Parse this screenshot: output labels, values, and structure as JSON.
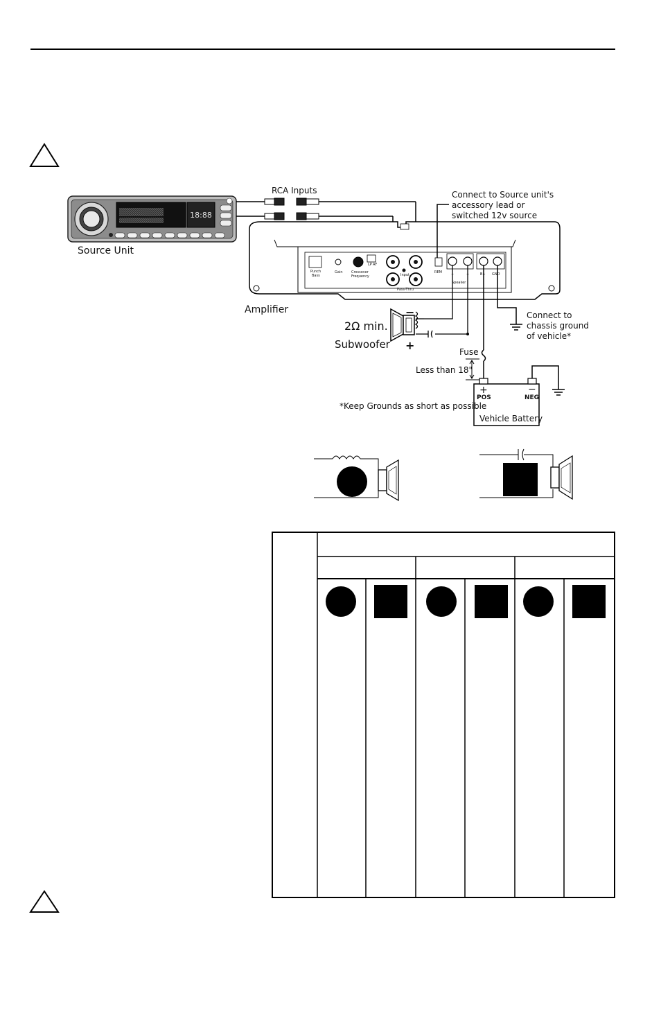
{
  "labels": {
    "rca_inputs": "RCA Inputs",
    "source_unit": "Source Unit",
    "amplifier": "Amplifier",
    "remote_note_1": "Connect to Source unit's",
    "remote_note_2": "accessory lead or",
    "remote_note_3": "switched 12v source",
    "ground_note_1": "Connect to",
    "ground_note_2": "chassis ground",
    "ground_note_3": "of vehicle*",
    "impedance": "2Ω min.",
    "subwoofer": "Subwoofer",
    "sub_minus": "−",
    "sub_plus": "+",
    "fuse": "Fuse",
    "fuse_distance": "Less than 18\"",
    "battery_pos_sign": "+",
    "battery_pos": "POS",
    "battery_neg_sign": "−",
    "battery_neg": "NEG",
    "battery": "Vehicle Battery",
    "grounds_note": "*Keep Grounds as short as possible"
  },
  "amp_panel": {
    "punch_bass_1": "Punch",
    "punch_bass_2": "Bass",
    "gain": "Gain",
    "crossover_1": "Crossover",
    "crossover_2": "Frequency",
    "lp": "LP",
    "af": "AF",
    "input": "Input",
    "pass_thru": "Pass-Thru",
    "rem": "REM",
    "speaker": "Speaker",
    "b_plus": "B+",
    "gnd": "GND",
    "spk_minus": "−",
    "spk_plus": "+"
  },
  "source_display": {
    "clock": "18:88"
  }
}
